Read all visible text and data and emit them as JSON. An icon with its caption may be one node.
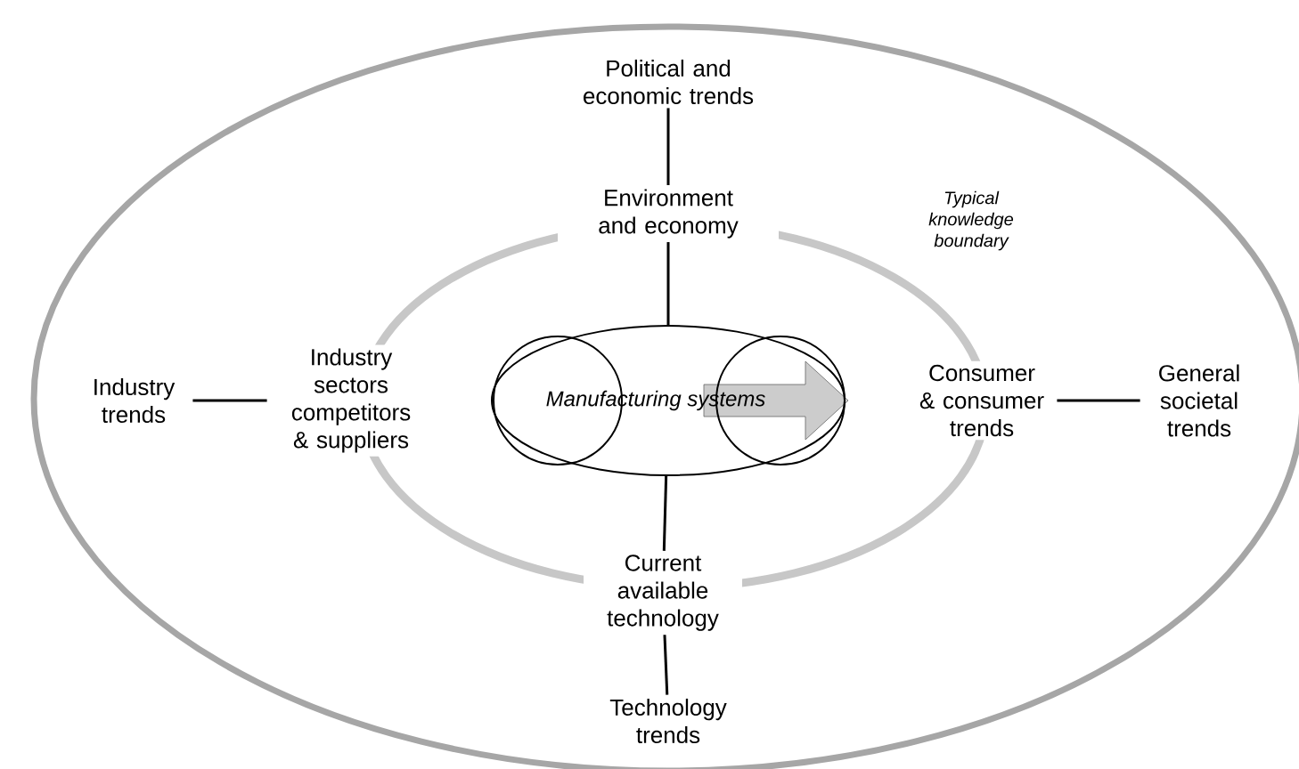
{
  "diagram": {
    "nodes": [
      {
        "text": [
          "Political and economic trends"
        ]
      },
      {
        "text": [
          "Environment and economy"
        ]
      },
      {
        "text": [
          "Industry trends"
        ]
      },
      {
        "text": [
          "Industry sectors competitors & suppliers"
        ]
      },
      {
        "text": [
          "Manufacturing systems"
        ]
      },
      {
        "text": [
          "Consumer & consumer trends"
        ]
      },
      {
        "text": [
          "General societal trends"
        ]
      },
      {
        "text": [
          "Current available technology"
        ]
      },
      {
        "text": [
          "Technology trends"
        ]
      }
    ],
    "edges": [
      {
        "from": 0,
        "to": 1,
        "arrow": "none"
      },
      {
        "from": 1,
        "to": 4,
        "arrow": "none"
      },
      {
        "from": 2,
        "to": 3,
        "arrow": "none"
      },
      {
        "from": 5,
        "to": 6,
        "arrow": "none"
      },
      {
        "from": 4,
        "to": 7,
        "arrow": "none"
      },
      {
        "from": 7,
        "to": 8,
        "arrow": "none"
      }
    ],
    "labels": [
      "Typical knowledge boundary"
    ]
  }
}
